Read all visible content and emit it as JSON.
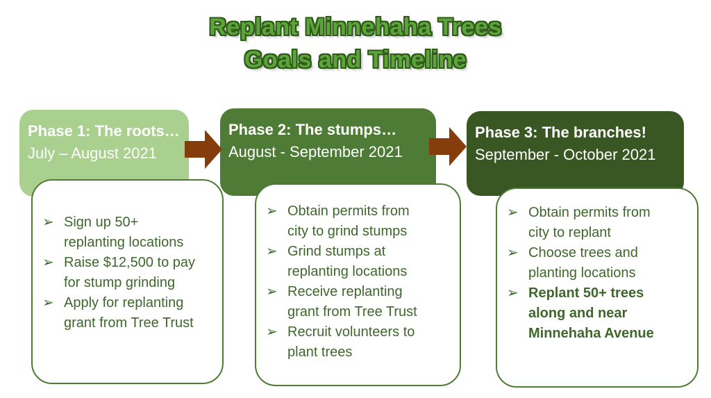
{
  "title": {
    "line1": "Replant Minnehaha Trees",
    "line2": "Goals and Timeline"
  },
  "glyphs": {
    "bullet": "➢"
  },
  "colors": {
    "title_fill": "#5CA53C",
    "title_outline": "#2F5A17",
    "phase1_bg": "#A9D08E",
    "phase2_bg": "#4E7B36",
    "phase3_bg": "#385723",
    "arrow": "#853D0B",
    "box_border": "#4E7B36",
    "body_text": "#3E672C"
  },
  "phases": [
    {
      "heading": "Phase 1: The roots…",
      "dates": "July – August 2021",
      "bullets": [
        "Sign up 50+\nreplanting locations",
        "Raise $12,500 to pay\nfor stump grinding",
        "Apply for replanting\ngrant from Tree Trust"
      ]
    },
    {
      "heading": "Phase 2: The stumps…",
      "dates": "August - September 2021",
      "bullets": [
        "Obtain permits from\ncity to grind stumps",
        "Grind stumps at\nreplanting locations",
        "Receive replanting\ngrant from Tree Trust",
        "Recruit volunteers to\nplant trees"
      ]
    },
    {
      "heading": "Phase 3: The branches!",
      "dates": "September - October 2021",
      "bullets": [
        "Obtain permits from\ncity to replant",
        "Choose trees and\nplanting locations",
        "Replant 50+ trees\nalong and near\nMinnehaha Avenue"
      ]
    }
  ]
}
